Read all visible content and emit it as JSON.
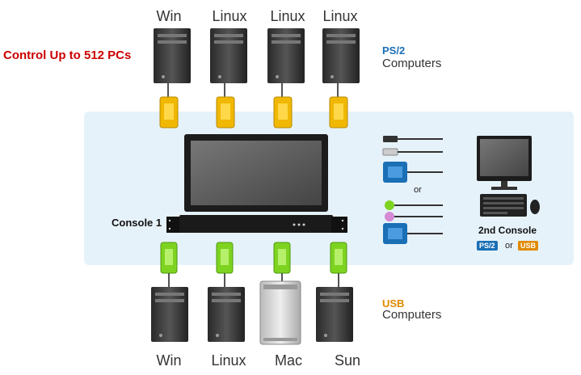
{
  "headline": "Control Up to 512 PCs",
  "top_computers": [
    "Win",
    "Linux",
    "Linux",
    "Linux"
  ],
  "bottom_computers": [
    "Win",
    "Linux",
    "Mac",
    "Sun"
  ],
  "ps2_group": {
    "title": "PS/2",
    "subtitle": "Computers",
    "color": "#1a6fb5"
  },
  "usb_group": {
    "title": "USB",
    "subtitle": "Computers",
    "color": "#e08a00"
  },
  "console1": "Console 1",
  "console2": {
    "label": "2nd Console",
    "badge_ps2": "PS/2",
    "or_word": "or",
    "badge_usb": "USB"
  },
  "cable_or": "or",
  "colors": {
    "headline": "#cc0000",
    "panel": "#e6f2fa",
    "ps2_connector": "#f0b800",
    "usb_connector": "#7ed321"
  }
}
